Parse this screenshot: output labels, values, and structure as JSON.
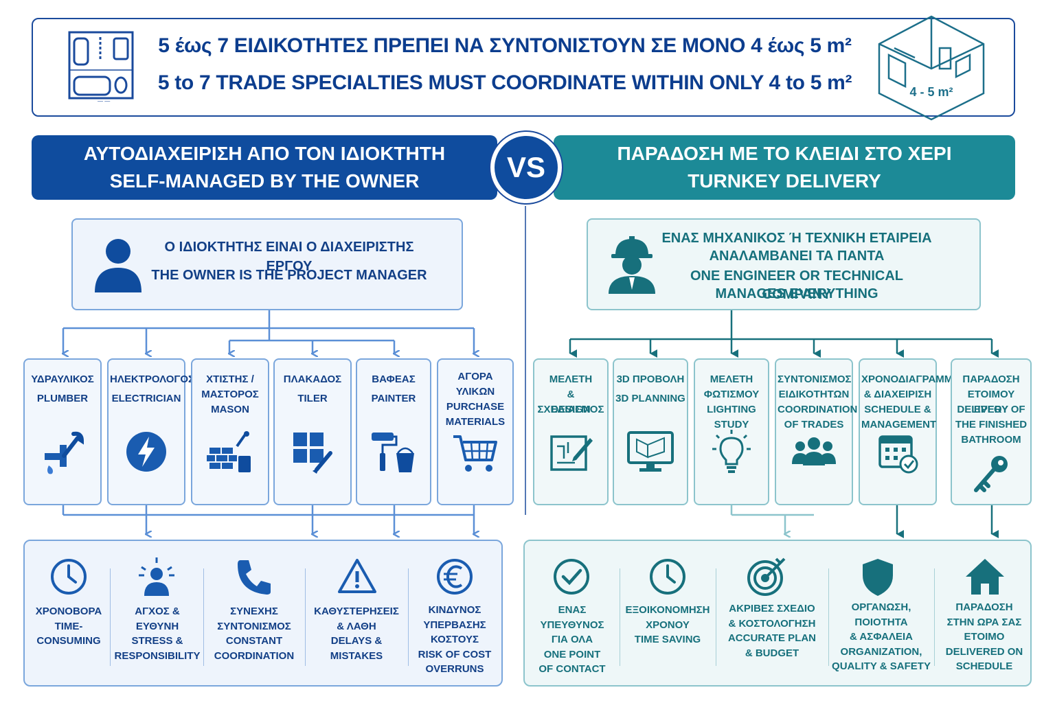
{
  "header": {
    "title_gr": "5 έως 7 ΕΙΔΙΚΟΤΗΤΕΣ ΠΡΕΠΕΙ ΝΑ ΣΥΝΤΟΝΙΣΤΟΥΝ ΣΕ ΜΟΝΟ 4 έως 5 m²",
    "title_en": "5 to 7 TRADE SPECIALTIES MUST COORDINATE WITHIN ONLY 4 to 5 m²",
    "room_badge": "4 - 5 m²",
    "left_icon": "floorplan-icon",
    "right_icon": "bathroom-isometric-icon"
  },
  "vs": "VS",
  "left": {
    "banner_gr": "ΑΥΤΟΔΙΑΧΕΙΡΙΣΗ ΑΠΟ ΤΟΝ ΙΔΙΟΚΤΗΤΗ",
    "banner_en": "SELF-MANAGED BY THE OWNER",
    "role_gr": "Ο ΙΔΙΟΚΤΗΤΗΣ ΕΙΝΑΙ Ο ΔΙΑΧΕΙΡΙΣΤΗΣ ΕΡΓΟΥ",
    "role_en": "THE OWNER IS THE PROJECT MANAGER",
    "role_icon": "person-icon",
    "cards": [
      {
        "l1": "ΥΔΡΑΥΛΙΚΟΣ",
        "l2": "PLUMBER",
        "icon": "pipe-wrench-icon"
      },
      {
        "l1": "ΗΛΕΚΤΡΟΛΟΓΟΣ",
        "l2": "ELECTRICIAN",
        "icon": "lightning-icon"
      },
      {
        "l1": "ΧΤΙΣΤΗΣ /",
        "l2": "ΜΑΣΤΟΡΟΣ",
        "l3": "MASON",
        "icon": "bricks-trowel-icon"
      },
      {
        "l1": "ΠΛΑΚΑΔΟΣ",
        "l2": "TILER",
        "icon": "tiles-icon"
      },
      {
        "l1": "ΒΑΦΕΑΣ",
        "l2": "PAINTER",
        "icon": "paint-roller-icon"
      },
      {
        "l1": "ΑΓΟΡΑ",
        "l2": "ΥΛΙΚΩΝ",
        "l3": "PURCHASE",
        "l4": "MATERIALS",
        "icon": "shopping-cart-icon"
      }
    ],
    "outcomes": [
      {
        "l1": "ΧΡΟΝΟΒΟΡΑ",
        "l2": "TIME-",
        "l3": "CONSUMING",
        "icon": "clock-icon"
      },
      {
        "l1": "ΑΓΧΟΣ &",
        "l2": "ΕΥΘΥΝΗ",
        "l3": "STRESS &",
        "l4": "RESPONSIBILITY",
        "icon": "stressed-person-icon"
      },
      {
        "l1": "ΣΥΝΕΧΗΣ",
        "l2": "ΣΥΝΤΟΝΙΣΜΟΣ",
        "l3": "CONSTANT",
        "l4": "COORDINATION",
        "icon": "phone-icon"
      },
      {
        "l1": "ΚΑΘΥΣΤΕΡΗΣΕΙΣ",
        "l2": "& ΛΑΘΗ",
        "l3": "DELAYS &",
        "l4": "MISTAKES",
        "icon": "warning-icon"
      },
      {
        "l1": "ΚΙΝΔΥΝΟΣ",
        "l2": "ΥΠΕΡΒΑΣΗΣ",
        "l3": "ΚΟΣΤΟΥΣ",
        "l4": "RISK OF COST",
        "l5": "OVERRUNS",
        "icon": "euro-icon"
      }
    ]
  },
  "right": {
    "banner_gr": "ΠΑΡΑΔΟΣΗ ΜΕ ΤΟ ΚΛΕΙΔΙ ΣΤΟ ΧΕΡΙ",
    "banner_en": "TURNKEY DELIVERY",
    "role_gr1": "ΕΝΑΣ ΜΗΧΑΝΙΚΟΣ Ή ΤΕΧΝΙΚΗ ΕΤΑΙΡΕΙΑ",
    "role_gr2": "ΑΝΑΛΑΜΒΑΝΕΙ ΤΑ ΠΑΝΤΑ",
    "role_en1": "ONE ENGINEER OR TECHNICAL COMPANY",
    "role_en2": "MANAGES EVERYTHING",
    "role_icon": "engineer-hardhat-icon",
    "cards": [
      {
        "l1": "ΜΕΛΕΤΗ",
        "l2": "& ΣΧΕΔΙΑΣΜΟΣ",
        "l3": "DESIGN",
        "icon": "blueprint-pencil-icon"
      },
      {
        "l1": "3D ΠΡΟΒΟΛΗ",
        "l2": "3D PLANNING",
        "icon": "monitor-3d-icon"
      },
      {
        "l1": "ΜΕΛΕΤΗ",
        "l2": "ΦΩΤΙΣΜΟΥ",
        "l3": "LIGHTING",
        "l4": "STUDY",
        "icon": "lightbulb-icon"
      },
      {
        "l1": "ΣΥΝΤΟΝΙΣΜΟΣ",
        "l2": "ΕΙΔΙΚΟΤΗΤΩΝ",
        "l3": "COORDINATION",
        "l4": "OF TRADES",
        "icon": "team-icon"
      },
      {
        "l1": "ΧΡΟΝΟΔΙΑΓΡΑΜΜΑ",
        "l2": "& ΔΙΑΧΕΙΡΙΣΗ",
        "l3": "SCHEDULE &",
        "l4": "MANAGEMENT",
        "icon": "calendar-check-icon"
      },
      {
        "l1": "ΠΑΡΑΔΟΣΗ",
        "l2": "ΕΤΟΙΜΟΥ ΕΡΓΟΥ",
        "l3": "DELIVERY OF",
        "l4": "THE FINISHED",
        "l5": "BATHROOM",
        "icon": "key-icon"
      }
    ],
    "outcomes": [
      {
        "l1": "ΕΝΑΣ ΥΠΕΥΘΥΝΟΣ",
        "l2": "ΓΙΑ ΟΛΑ",
        "l3": "ONE POINT",
        "l4": "OF CONTACT",
        "icon": "check-circle-icon"
      },
      {
        "l1": "ΕΞΟΙΚΟΝΟΜΗΣΗ",
        "l2": "ΧΡΟΝΟΥ",
        "l3": "TIME SAVING",
        "icon": "clock-icon"
      },
      {
        "l1": "ΑΚΡΙΒΕΣ ΣΧΕΔΙΟ",
        "l2": "& ΚΟΣΤΟΛΟΓΗΣΗ",
        "l3": "ACCURATE PLAN",
        "l4": "& BUDGET",
        "icon": "target-icon"
      },
      {
        "l1": "ΟΡΓΑΝΩΣΗ,",
        "l2": "ΠΟΙΟΤΗΤΑ",
        "l3": "& ΑΣΦΑΛΕΙΑ",
        "l4": "ORGANIZATION,",
        "l5": "QUALITY & SAFETY",
        "icon": "shield-icon"
      },
      {
        "l1": "ΠΑΡΑΔΟΣΗ",
        "l2": "ΣΤΗΝ ΩΡΑ ΣΑΣ",
        "l3": "ΕΤΟΙΜΟ",
        "l4": "DELIVERED ON",
        "l5": "SCHEDULE",
        "icon": "house-icon"
      }
    ]
  },
  "colors": {
    "navy": "#0f4c9e",
    "teal": "#1c8a97",
    "text_blue": "#123f86",
    "text_teal": "#16707c"
  }
}
